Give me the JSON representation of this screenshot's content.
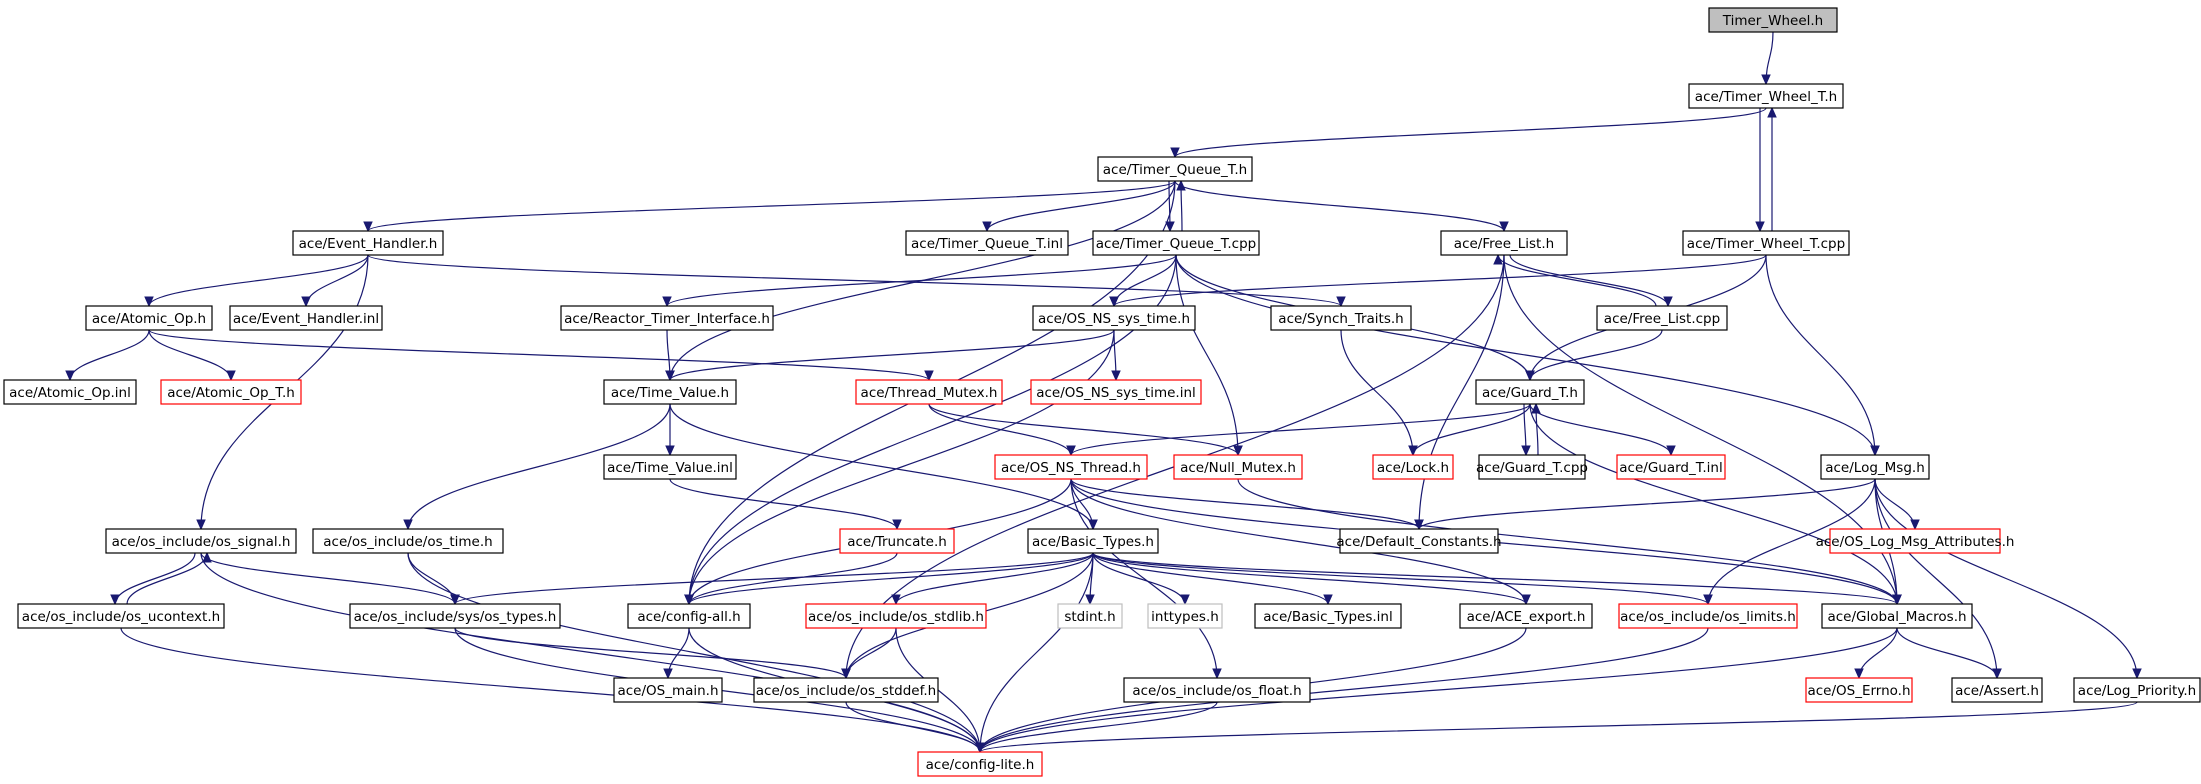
{
  "diagram": {
    "type": "include-dependency-graph",
    "root": "Timer_Wheel.h",
    "colors": {
      "root_fill": "#bfbfbf",
      "node_fill": "#ffffff",
      "normal_border": "#000000",
      "truncated_border": "#ff0000",
      "system_border": "#bfbfbf",
      "edge": "#191970"
    },
    "nodes": [
      {
        "id": "n1",
        "label": "Timer_Wheel.h",
        "style": "root"
      },
      {
        "id": "n2",
        "label": "ace/Timer_Wheel_T.h",
        "style": "normal"
      },
      {
        "id": "n3",
        "label": "ace/Timer_Queue_T.h",
        "style": "normal"
      },
      {
        "id": "n4",
        "label": "ace/Timer_Wheel_T.cpp",
        "style": "normal"
      },
      {
        "id": "n5",
        "label": "ace/Event_Handler.h",
        "style": "normal"
      },
      {
        "id": "n6",
        "label": "ace/Timer_Queue_T.inl",
        "style": "normal"
      },
      {
        "id": "n7",
        "label": "ace/Timer_Queue_T.cpp",
        "style": "normal"
      },
      {
        "id": "n8",
        "label": "ace/Free_List.h",
        "style": "normal"
      },
      {
        "id": "n9",
        "label": "ace/Atomic_Op.h",
        "style": "normal"
      },
      {
        "id": "n10",
        "label": "ace/Event_Handler.inl",
        "style": "normal"
      },
      {
        "id": "n11",
        "label": "ace/Reactor_Timer_Interface.h",
        "style": "normal"
      },
      {
        "id": "n12",
        "label": "ace/OS_NS_sys_time.h",
        "style": "normal"
      },
      {
        "id": "n13",
        "label": "ace/Synch_Traits.h",
        "style": "normal"
      },
      {
        "id": "n14",
        "label": "ace/Free_List.cpp",
        "style": "normal"
      },
      {
        "id": "n15",
        "label": "ace/Atomic_Op.inl",
        "style": "normal"
      },
      {
        "id": "n16",
        "label": "ace/Atomic_Op_T.h",
        "style": "truncated"
      },
      {
        "id": "n17",
        "label": "ace/Time_Value.h",
        "style": "normal"
      },
      {
        "id": "n18",
        "label": "ace/Thread_Mutex.h",
        "style": "truncated"
      },
      {
        "id": "n19",
        "label": "ace/OS_NS_sys_time.inl",
        "style": "truncated"
      },
      {
        "id": "n20",
        "label": "ace/Guard_T.h",
        "style": "normal"
      },
      {
        "id": "n21",
        "label": "ace/Time_Value.inl",
        "style": "normal"
      },
      {
        "id": "n22",
        "label": "ace/OS_NS_Thread.h",
        "style": "truncated"
      },
      {
        "id": "n23",
        "label": "ace/Null_Mutex.h",
        "style": "truncated"
      },
      {
        "id": "n24",
        "label": "ace/Lock.h",
        "style": "truncated"
      },
      {
        "id": "n25",
        "label": "ace/Guard_T.cpp",
        "style": "normal"
      },
      {
        "id": "n26",
        "label": "ace/Guard_T.inl",
        "style": "truncated"
      },
      {
        "id": "n27",
        "label": "ace/Log_Msg.h",
        "style": "normal"
      },
      {
        "id": "n28",
        "label": "ace/os_include/os_signal.h",
        "style": "normal"
      },
      {
        "id": "n29",
        "label": "ace/os_include/os_time.h",
        "style": "normal"
      },
      {
        "id": "n30",
        "label": "ace/Truncate.h",
        "style": "truncated"
      },
      {
        "id": "n31",
        "label": "ace/Basic_Types.h",
        "style": "normal"
      },
      {
        "id": "n32",
        "label": "ace/Default_Constants.h",
        "style": "normal"
      },
      {
        "id": "n33",
        "label": "ace/OS_Log_Msg_Attributes.h",
        "style": "truncated"
      },
      {
        "id": "n34",
        "label": "ace/os_include/os_ucontext.h",
        "style": "normal"
      },
      {
        "id": "n35",
        "label": "ace/os_include/sys/os_types.h",
        "style": "normal"
      },
      {
        "id": "n36",
        "label": "ace/config-all.h",
        "style": "normal"
      },
      {
        "id": "n37",
        "label": "ace/os_include/os_stdlib.h",
        "style": "truncated"
      },
      {
        "id": "n38",
        "label": "stdint.h",
        "style": "system"
      },
      {
        "id": "n39",
        "label": "inttypes.h",
        "style": "system"
      },
      {
        "id": "n40",
        "label": "ace/Basic_Types.inl",
        "style": "normal"
      },
      {
        "id": "n41",
        "label": "ace/ACE_export.h",
        "style": "normal"
      },
      {
        "id": "n42",
        "label": "ace/os_include/os_limits.h",
        "style": "truncated"
      },
      {
        "id": "n43",
        "label": "ace/Global_Macros.h",
        "style": "normal"
      },
      {
        "id": "n44",
        "label": "ace/OS_main.h",
        "style": "normal"
      },
      {
        "id": "n45",
        "label": "ace/os_include/os_stddef.h",
        "style": "normal"
      },
      {
        "id": "n46",
        "label": "ace/os_include/os_float.h",
        "style": "normal"
      },
      {
        "id": "n47",
        "label": "ace/OS_Errno.h",
        "style": "truncated"
      },
      {
        "id": "n48",
        "label": "ace/Assert.h",
        "style": "normal"
      },
      {
        "id": "n49",
        "label": "ace/Log_Priority.h",
        "style": "normal"
      },
      {
        "id": "n50",
        "label": "ace/config-lite.h",
        "style": "truncated"
      }
    ],
    "edges": [
      [
        "n1",
        "n2"
      ],
      [
        "n2",
        "n3"
      ],
      [
        "n2",
        "n4"
      ],
      [
        "n4",
        "n2"
      ],
      [
        "n3",
        "n5"
      ],
      [
        "n3",
        "n6"
      ],
      [
        "n3",
        "n7"
      ],
      [
        "n7",
        "n3"
      ],
      [
        "n3",
        "n8"
      ],
      [
        "n3",
        "n17"
      ],
      [
        "n3",
        "n36"
      ],
      [
        "n4",
        "n12"
      ],
      [
        "n4",
        "n20"
      ],
      [
        "n4",
        "n27"
      ],
      [
        "n5",
        "n9"
      ],
      [
        "n5",
        "n10"
      ],
      [
        "n5",
        "n13"
      ],
      [
        "n5",
        "n28"
      ],
      [
        "n7",
        "n11"
      ],
      [
        "n7",
        "n12"
      ],
      [
        "n7",
        "n20"
      ],
      [
        "n7",
        "n23"
      ],
      [
        "n7",
        "n27"
      ],
      [
        "n7",
        "n36"
      ],
      [
        "n8",
        "n14"
      ],
      [
        "n14",
        "n8"
      ],
      [
        "n8",
        "n32"
      ],
      [
        "n8",
        "n43"
      ],
      [
        "n8",
        "n45"
      ],
      [
        "n9",
        "n15"
      ],
      [
        "n9",
        "n16"
      ],
      [
        "n9",
        "n18"
      ],
      [
        "n11",
        "n17"
      ],
      [
        "n12",
        "n17"
      ],
      [
        "n12",
        "n19"
      ],
      [
        "n12",
        "n36"
      ],
      [
        "n13",
        "n24"
      ],
      [
        "n14",
        "n20"
      ],
      [
        "n17",
        "n21"
      ],
      [
        "n17",
        "n29"
      ],
      [
        "n17",
        "n31"
      ],
      [
        "n18",
        "n22"
      ],
      [
        "n18",
        "n23"
      ],
      [
        "n20",
        "n22"
      ],
      [
        "n20",
        "n24"
      ],
      [
        "n20",
        "n25"
      ],
      [
        "n25",
        "n20"
      ],
      [
        "n20",
        "n26"
      ],
      [
        "n20",
        "n43"
      ],
      [
        "n21",
        "n30"
      ],
      [
        "n22",
        "n31"
      ],
      [
        "n22",
        "n32"
      ],
      [
        "n22",
        "n36"
      ],
      [
        "n22",
        "n41"
      ],
      [
        "n22",
        "n43"
      ],
      [
        "n22",
        "n46"
      ],
      [
        "n23",
        "n43"
      ],
      [
        "n27",
        "n32"
      ],
      [
        "n27",
        "n33"
      ],
      [
        "n27",
        "n42"
      ],
      [
        "n27",
        "n43"
      ],
      [
        "n27",
        "n48"
      ],
      [
        "n27",
        "n49"
      ],
      [
        "n28",
        "n34"
      ],
      [
        "n34",
        "n28"
      ],
      [
        "n28",
        "n35"
      ],
      [
        "n28",
        "n50"
      ],
      [
        "n29",
        "n35"
      ],
      [
        "n29",
        "n50"
      ],
      [
        "n30",
        "n36"
      ],
      [
        "n31",
        "n35"
      ],
      [
        "n31",
        "n36"
      ],
      [
        "n31",
        "n37"
      ],
      [
        "n31",
        "n38"
      ],
      [
        "n31",
        "n39"
      ],
      [
        "n31",
        "n40"
      ],
      [
        "n31",
        "n41"
      ],
      [
        "n31",
        "n42"
      ],
      [
        "n31",
        "n43"
      ],
      [
        "n31",
        "n45"
      ],
      [
        "n31",
        "n50"
      ],
      [
        "n34",
        "n50"
      ],
      [
        "n35",
        "n45"
      ],
      [
        "n35",
        "n50"
      ],
      [
        "n36",
        "n44"
      ],
      [
        "n36",
        "n50"
      ],
      [
        "n37",
        "n45"
      ],
      [
        "n37",
        "n50"
      ],
      [
        "n41",
        "n50"
      ],
      [
        "n42",
        "n50"
      ],
      [
        "n43",
        "n47"
      ],
      [
        "n43",
        "n48"
      ],
      [
        "n43",
        "n50"
      ],
      [
        "n45",
        "n50"
      ],
      [
        "n46",
        "n50"
      ],
      [
        "n49",
        "n50"
      ]
    ]
  }
}
